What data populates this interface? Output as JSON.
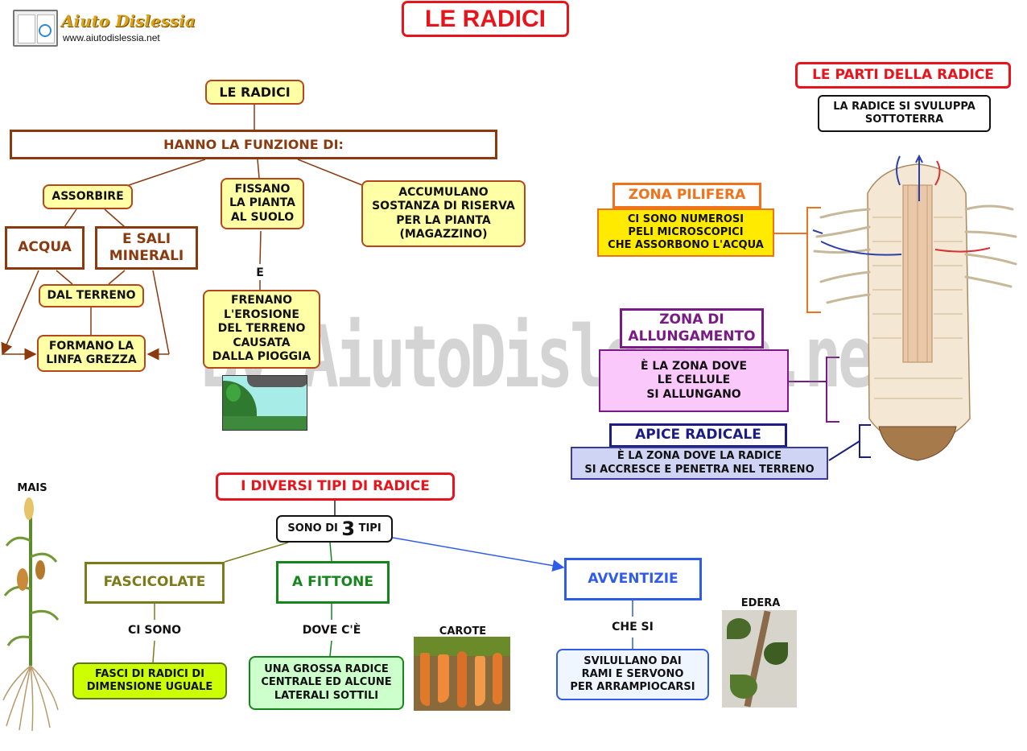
{
  "header": {
    "logo_text": "Aiuto Dislessia",
    "logo_url": "www.aiutodislessia.net",
    "title": "LE RADICI"
  },
  "watermark": "By AiutoDislessia.net",
  "function_map": {
    "root": "LE RADICI",
    "functions_label": "HANNO LA FUNZIONE DI:",
    "absorb": "ASSORBIRE",
    "water": "ACQUA",
    "minerals": "E SALI\nMINERALI",
    "from_soil": "DAL TERRENO",
    "raw_sap": "FORMANO LA\nLINFA GREZZA",
    "fix": "FISSANO\nLA PIANTA\nAL SUOLO",
    "and": "E",
    "erosion": "FRENANO\nL'EROSIONE\nDEL TERRENO\nCAUSATA\nDALLA PIOGGIA",
    "store": "ACCUMULANO\nSOSTANZA DI RISERVA\nPER LA PIANTA\n(MAGAZZINO)"
  },
  "root_parts": {
    "title": "LE PARTI DELLA RADICE",
    "intro": "LA RADICE SI SVULUPPA\nSOTTOTERRA",
    "hair_zone": "ZONA PILIFERA",
    "hair_desc": "CI SONO NUMEROSI\nPELI MICROSCOPICI\nCHE ASSORBONO L'ACQUA",
    "elong_zone": "ZONA DI\nALLUNGAMENTO",
    "elong_desc": "È LA ZONA DOVE\nLE CELLULE\nSI ALLUNGANO",
    "apex": "APICE RADICALE",
    "apex_desc": "È LA ZONA DOVE LA RADICE\nSI ACCRESCE E PENETRA NEL TERRENO"
  },
  "root_types": {
    "title": "I DIVERSI TIPI DI RADICE",
    "count_pre": "SONO DI",
    "count_num": "3",
    "count_post": "TIPI",
    "fasc": "FASCICOLATE",
    "fasc_link": "CI SONO",
    "fasc_desc": "FASCI DI RADICI DI\nDIMENSIONE UGUALE",
    "fittone": "A FITTONE",
    "fittone_link": "DOVE C'È",
    "fittone_desc": "UNA GROSSA RADICE\nCENTRALE ED ALCUNE\nLATERALI SOTTILI",
    "avv": "AVVENTIZIE",
    "avv_link": "CHE SI",
    "avv_desc": "SVILULLANO DAI\nRAMI E SERVONO\nPER ARRAMPIOCARSI",
    "corn_label": "MAIS",
    "carrot_label": "CAROTE",
    "ivy_label": "EDERA"
  },
  "colors": {
    "brown": "#8b3a10",
    "red": "#e8141c",
    "orange": "#f0731c",
    "purple": "#7a1a86",
    "navy": "#1c1c86",
    "olive": "#7d7a1a",
    "green": "#16861c",
    "blue": "#2f5ce8"
  }
}
